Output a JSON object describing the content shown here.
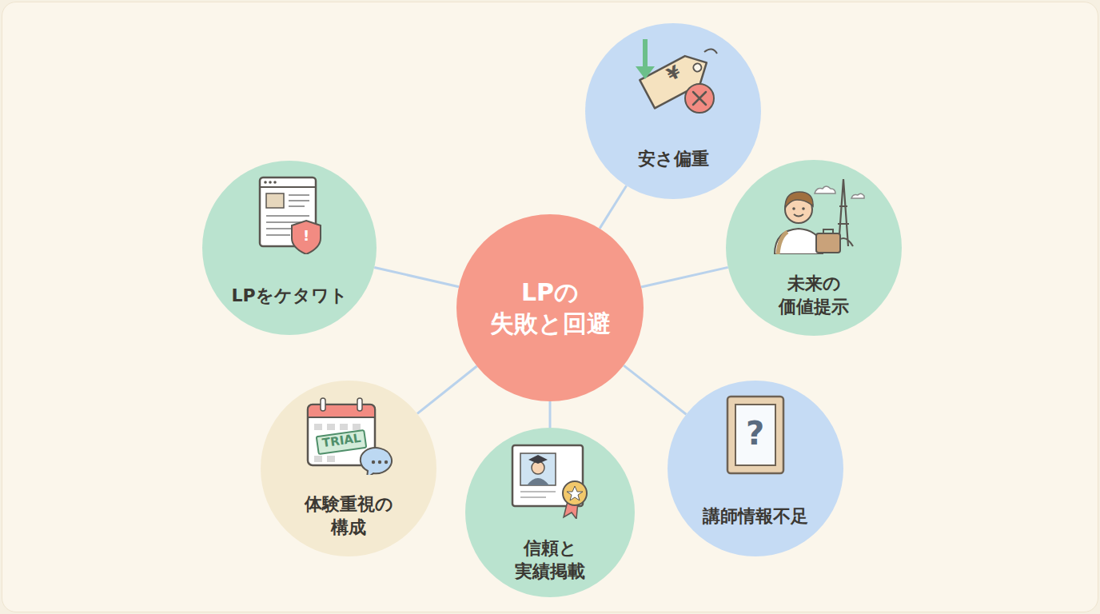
{
  "diagram": {
    "nodes": [
      {
        "text": [
          "LPの 失敗と回避"
        ]
      },
      {
        "text": [
          "安さ偏重"
        ]
      },
      {
        "text": [
          "未来の 価値提示"
        ]
      },
      {
        "text": [
          "講師情報不足"
        ]
      },
      {
        "text": [
          "信頼と 実績掲載"
        ]
      },
      {
        "text": [
          "体験重視の 構成"
        ]
      },
      {
        "text": [
          "LPをケタワト"
        ]
      }
    ],
    "edges": [
      {
        "from": 0,
        "to": 1,
        "arrow": "none"
      },
      {
        "from": 0,
        "to": 2,
        "arrow": "none"
      },
      {
        "from": 0,
        "to": 3,
        "arrow": "none"
      },
      {
        "from": 0,
        "to": 4,
        "arrow": "none"
      },
      {
        "from": 0,
        "to": 5,
        "arrow": "none"
      },
      {
        "from": 0,
        "to": 6,
        "arrow": "none"
      }
    ],
    "labels": [
      "¥",
      "?",
      "TRIAL",
      "!"
    ]
  }
}
